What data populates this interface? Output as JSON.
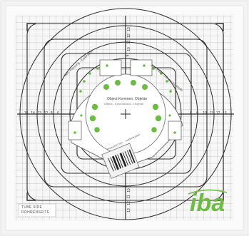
{
  "board": {
    "label_dept": "TUBE SIDE",
    "label_dept_alt": "RÖHRENSEITE",
    "logo_text": "iba",
    "accent_color": "#6cbd3f",
    "line_color": "#333333"
  },
  "disc": {
    "title_a": "Object-Kommen, Objekte",
    "title_b": "Object - Kommandos - Objekte",
    "left_arc_label": "Ges. Filterung - Kalibration",
    "right_arc_label": "Abs. Filter - Klinger Kontrolle",
    "sticker_label_1": "Production Test",
    "sticker_label_2": "Authentication"
  },
  "scale_labels": {
    "left": [
      "15",
      "14",
      "13",
      "12",
      "8",
      "6"
    ],
    "right": [
      "8",
      "9",
      "10",
      "11",
      "12",
      "13"
    ],
    "top": [
      "13",
      "12",
      "11",
      "10",
      "9"
    ],
    "bottom": [
      "10",
      "11",
      "12",
      "13"
    ]
  }
}
